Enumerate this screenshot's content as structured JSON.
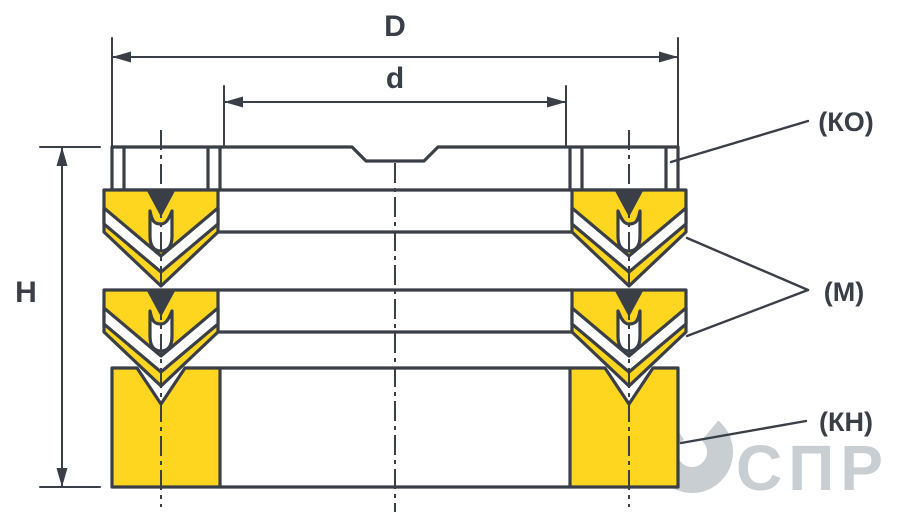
{
  "diagram": {
    "type": "technical-cross-section-drawing",
    "dimensions": {
      "outer_diameter": "D",
      "inner_diameter": "d",
      "height": "H"
    },
    "labels": {
      "pressure_ring": "(КО)",
      "sealing_rings": "(М)",
      "support_ring": "(КН)"
    },
    "watermark": {
      "text": "СПР"
    },
    "colors": {
      "part_fill": "#FFD61F",
      "line": "#3A3F47",
      "watermark": "#C9CED3",
      "background": "#FFFFFF"
    }
  }
}
